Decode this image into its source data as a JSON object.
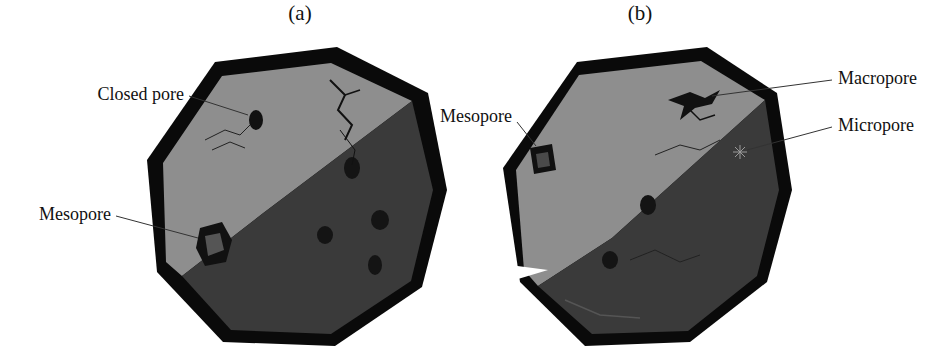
{
  "diagram": {
    "labels": [
      "(a)",
      "(b)",
      "Closed pore",
      "Mesopore",
      "Mesopore",
      "Macropore",
      "Micropore"
    ]
  }
}
